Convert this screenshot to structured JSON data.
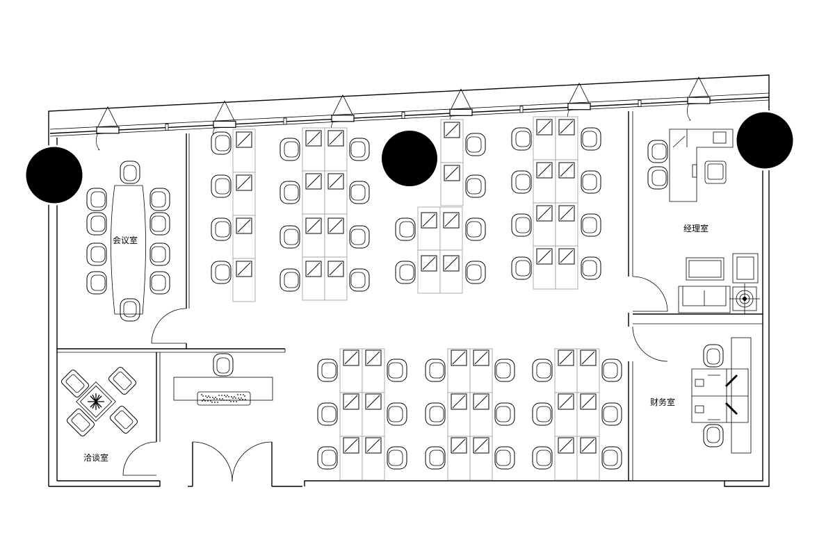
{
  "rooms": {
    "meeting": "会议室",
    "manager": "经理室",
    "finance": "财务室",
    "negotiation": "洽谈室"
  },
  "colors": {
    "line": "#000000",
    "workstation": "#9a9a9a",
    "column": "#000000",
    "background": "#ffffff"
  }
}
